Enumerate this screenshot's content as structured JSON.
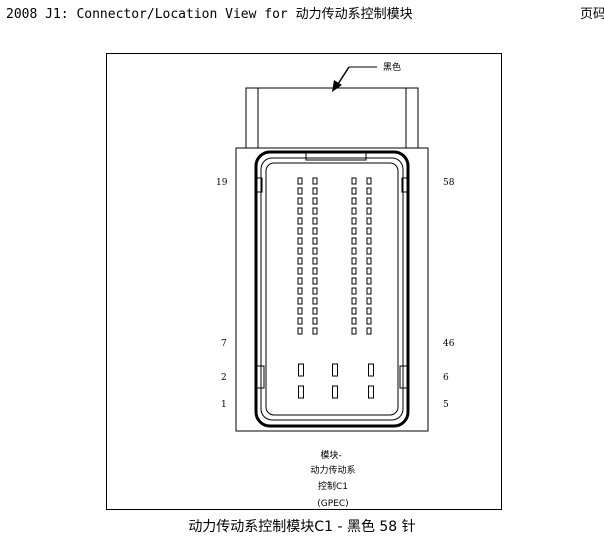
{
  "header": {
    "title": "2008 J1: Connector/Location View for 动力传动系控制模块",
    "page_ref": "页码"
  },
  "diagram": {
    "color_callout": "黑色",
    "pin_labels": {
      "left_top": "19",
      "left_mid": "7",
      "left_low": "2",
      "left_bottom": "1",
      "right_top": "58",
      "right_mid": "46",
      "right_low": "6",
      "right_bottom": "5"
    },
    "module_label_line1": "模块-",
    "module_label_line2": "动力传动系",
    "module_label_line3": "控制C1",
    "module_label_line4": "(GPEC)"
  },
  "caption": "动力传动系控制模块C1 - 黑色  58 针"
}
